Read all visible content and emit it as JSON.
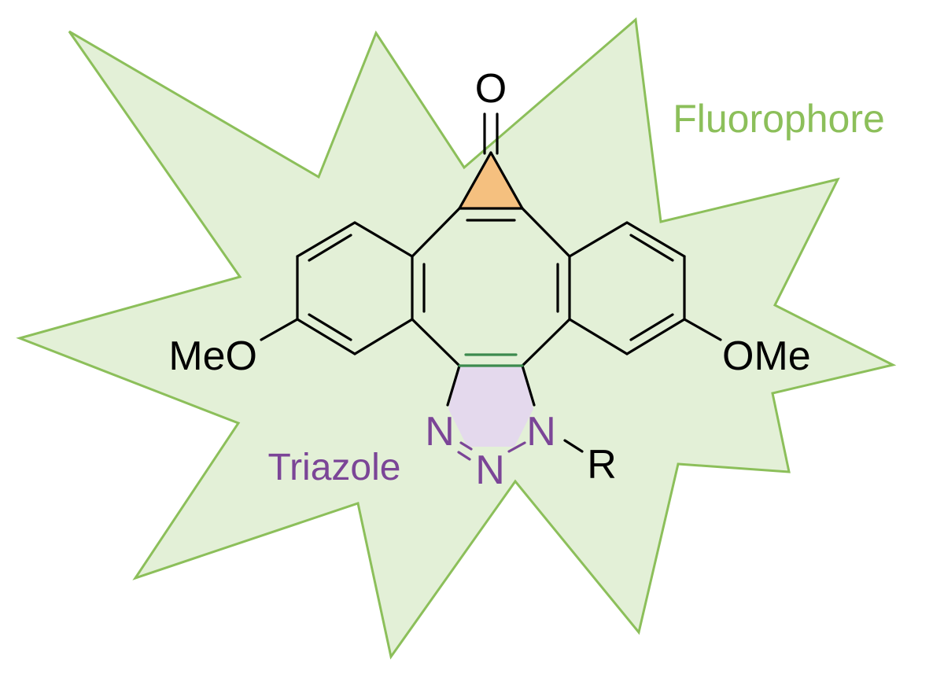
{
  "labels": {
    "fluorophore": "Fluorophore",
    "triazole": "Triazole",
    "carbonyl_oxygen": "O",
    "methoxy_left": "MeO",
    "methoxy_right": "OMe",
    "nitrogen_left": "N",
    "nitrogen_bottom": "N",
    "nitrogen_right": "N",
    "substituent": "R"
  },
  "colors": {
    "burst_fill": "#e3f0d7",
    "burst_stroke": "#8cbf5a",
    "fluorophore_text": "#8cbf5a",
    "cyclopropenone_fill": "#f5c07f",
    "triazole_fill": "#e4d9ed",
    "triazole_text": "#7b4597",
    "triazole_bond": "#3c8a4e",
    "bond": "#000000"
  }
}
